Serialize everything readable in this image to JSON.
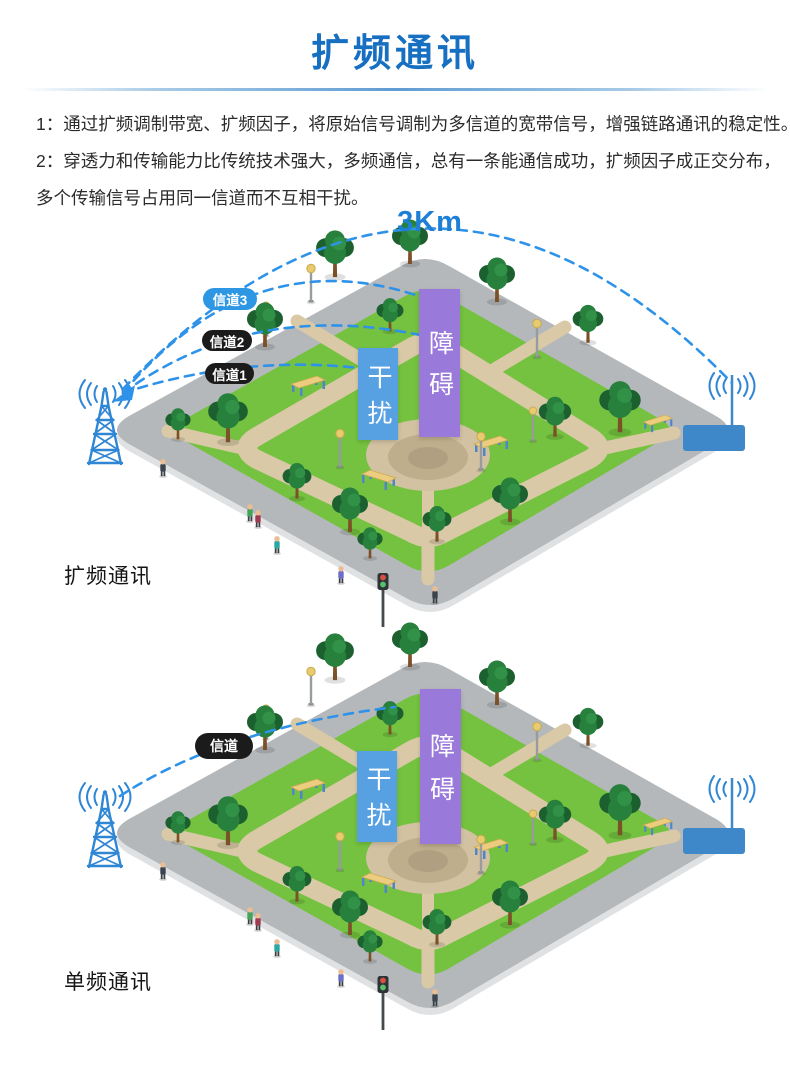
{
  "page": {
    "title": "扩频通讯",
    "intro_lines": [
      "1：通过扩频调制带宽、扩频因子，将原始信号调制为多信道的宽带信号，增强链路通讯的稳定性。",
      "2：穿透力和传输能力比传统技术强大，多频通信，总有一条能通信成功，扩频因子成正交分布，",
      "多个传输信号占用同一信道而不互相干扰。"
    ]
  },
  "diagram_spread": {
    "distance_label": "3Km",
    "channels": [
      "信道3",
      "信道2",
      "信道1"
    ],
    "interference_label": "干扰",
    "obstacle_label": "障碍",
    "caption": "扩频通讯"
  },
  "diagram_single": {
    "channel_label": "信道",
    "interference_label": "干扰",
    "obstacle_label": "障碍",
    "caption": "单频通讯"
  },
  "icons": {
    "transmitter": "radio-tower-icon",
    "receiver": "antenna-receiver-icon",
    "signal": "dashed-signal-path",
    "scene": "park-illustration"
  },
  "colors": {
    "title_blue": "#176fc1",
    "signal_blue": "#2e93e8",
    "channel3_pill_blue": "#2e97e4",
    "channel_pill_black": "#1b1b1b",
    "interference_blue": "#57a1e3",
    "obstacle_purple": "#9979da",
    "grass_green": "#74c23f",
    "sidewalk_gray": "#b4b8ba",
    "path_tan": "#d9c9a7"
  }
}
